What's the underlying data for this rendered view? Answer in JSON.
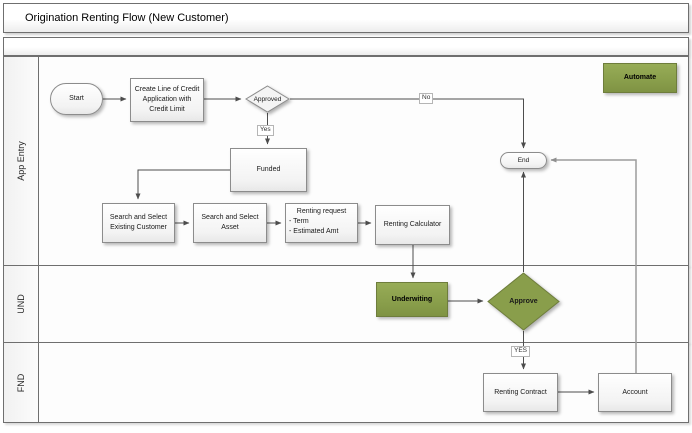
{
  "title": "Origination Renting Flow (New Customer)",
  "lanes": [
    {
      "label": "App Entry"
    },
    {
      "label": "UND"
    },
    {
      "label": "FND"
    }
  ],
  "nodes": {
    "start": "Start",
    "create_application": "Create Line of Credit Application with Credit Limit",
    "approved_decision": "Approved",
    "funded": "Funded",
    "search_customer": "Search and Select Existing Customer",
    "search_asset": "Search and Select Asset",
    "renting_request": {
      "title": "Renting request",
      "items": [
        "- Term",
        "- Estimated Amt"
      ]
    },
    "renting_calculator": "Renting Calculator",
    "underwriting": "Underwiting",
    "approve_decision": "Approve",
    "renting_contract": "Renting Contract",
    "account": "Account",
    "end": "End",
    "automate": "Automate"
  },
  "edge_labels": {
    "no": "No",
    "yes": "Yes",
    "yes_caps": "YES"
  },
  "colors": {
    "green_fill": "#899e4b",
    "green_border": "#6e7d3c",
    "connector": "#4d4d4d",
    "connector_light": "#9c9c9c"
  }
}
